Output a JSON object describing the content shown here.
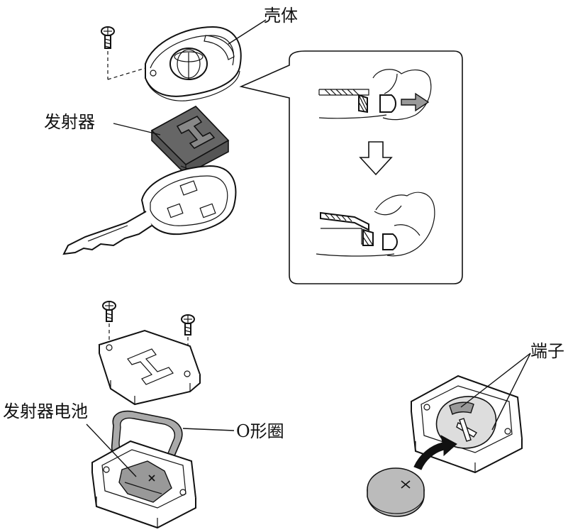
{
  "labels": {
    "case": "壳体",
    "transmitter": "发射器",
    "transmitter_battery": "发射器电池",
    "o_ring": "O形圈",
    "terminal": "端子"
  },
  "colors": {
    "line": "#111111",
    "dark_fill": "#555555",
    "grey_fill": "#999999",
    "background": "#ffffff"
  },
  "icons": [
    "screw-icon",
    "key-icon",
    "arrow-right-icon",
    "arrow-down-icon",
    "curved-arrow-icon"
  ]
}
